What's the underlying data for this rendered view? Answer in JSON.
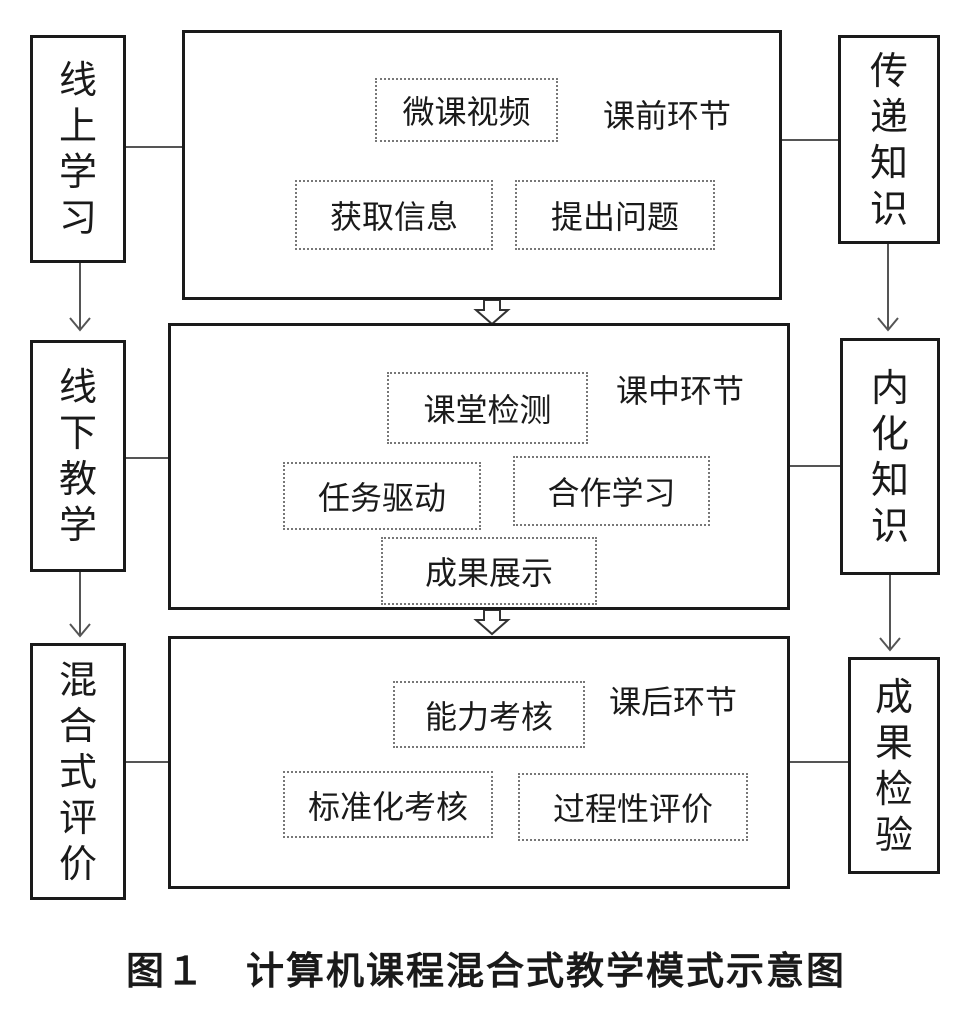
{
  "left_column": [
    "线上学习",
    "线下教学",
    "混合式评价"
  ],
  "right_column": [
    "传递知识",
    "内化知识",
    "成果检验"
  ],
  "stages": [
    {
      "title": "课前环节",
      "items": [
        "微课视频",
        "获取信息",
        "提出问题"
      ]
    },
    {
      "title": "课中环节",
      "items": [
        "课堂检测",
        "任务驱动",
        "合作学习",
        "成果展示"
      ]
    },
    {
      "title": "课后环节",
      "items": [
        "能力考核",
        "标准化考核",
        "过程性评价"
      ]
    }
  ],
  "caption": "图１　计算机课程混合式教学模式示意图"
}
